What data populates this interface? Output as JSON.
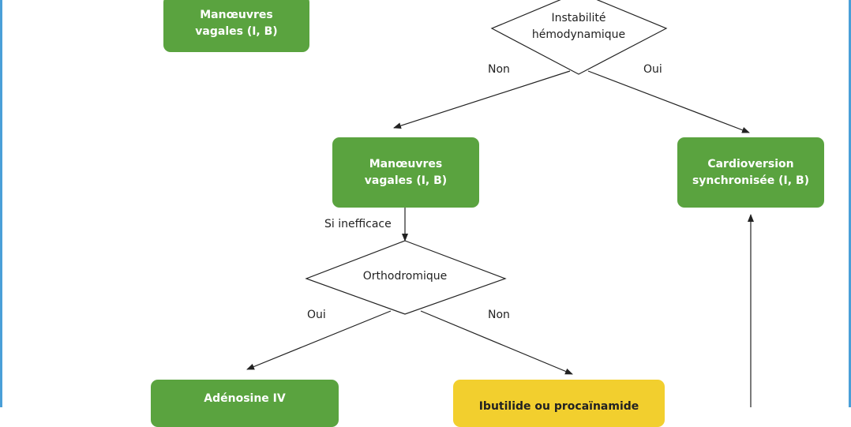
{
  "nodes": {
    "vagal_top": "Manœuvres\nvagales (I, B)",
    "instability": "Instabilité\nhémodynamique",
    "vagal_mid": "Manœuvres\nvagales (I, B)",
    "cardioversion": "Cardioversion\nsynchronisée (I, B)",
    "orthodromic": "Orthodromique",
    "adenosine": "Adénosine IV",
    "ibutilide": "Ibutilide ou procaïnamide"
  },
  "labels": {
    "instability_no": "Non",
    "instability_yes": "Oui",
    "if_ineffective": "Si inefficace",
    "orthodromic_yes": "Oui",
    "orthodromic_no": "Non"
  },
  "colors": {
    "green": "#5aa33f",
    "yellow": "#f2cf2e",
    "frame": "#4a9fd8",
    "line": "#222222"
  }
}
